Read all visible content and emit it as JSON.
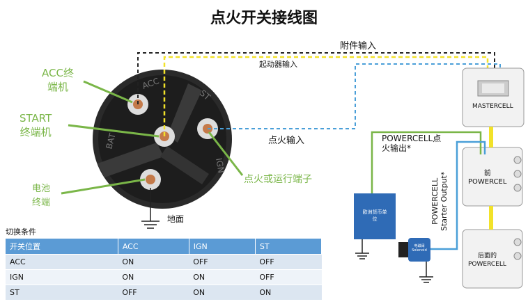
{
  "title": "点火开关接线图",
  "labels": {
    "accessory_input": "附件输入",
    "starter_input": "起动器输入",
    "ignition_input": "点火输入",
    "acc_terminal": "ACC终\n端机",
    "start_terminal": "START\n终端机",
    "battery_terminal": "电池\n终端",
    "ignition_run_terminal": "点火或运行端子",
    "ground": "地面",
    "powercell_ignition_output": "POWERCELL点\n火输出*",
    "powercell_starter_output": "POWERCELL\nStarter Output*",
    "ecu": "欧洲货币单\n位",
    "mastercell": "MASTERCELL",
    "front_powercell": "前\nPOWERCEL",
    "rear_powercell": "后面的\nPOWERCELL",
    "solenoid": "电磁阀\nSolenoid",
    "switch_ring": [
      "ACC",
      "BAT",
      "ST",
      "IGN"
    ]
  },
  "table": {
    "caption": "切换条件",
    "headers": [
      "开关位置",
      "ACC",
      "IGN",
      "ST"
    ],
    "rows": [
      [
        "ACC",
        "ON",
        "OFF",
        "OFF"
      ],
      [
        "IGN",
        "ON",
        "ON",
        "OFF"
      ],
      [
        "ST",
        "OFF",
        "ON",
        "ON"
      ]
    ]
  },
  "colors": {
    "label_green": "#7ab648",
    "wire_yellow": "#f2e22a",
    "wire_blue": "#4a9fd8",
    "wire_black": "#222222",
    "ecu_blue": "#2f6bb6",
    "header_blue": "#5b9bd5"
  }
}
